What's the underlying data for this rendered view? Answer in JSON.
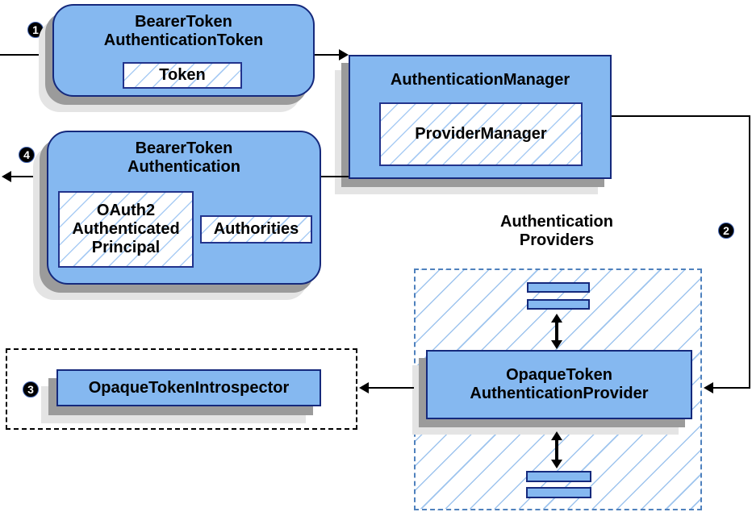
{
  "colors": {
    "node_fill": "#85b8f0",
    "node_border": "#15297c",
    "hatch_line": "#a9ccf4",
    "providers_dash_border": "#4f81bd",
    "introspector_dash_border": "#000000",
    "shadow_dark": "#9b9b9b",
    "shadow_light": "#e4e4e4",
    "badge_bg": "#000000",
    "badge_text": "#ffffff",
    "arrow": "#000000"
  },
  "badges": {
    "step1": "1",
    "step2": "2",
    "step3": "3",
    "step4": "4"
  },
  "nodes": {
    "bearer_token_authentication_token": {
      "line1": "BearerToken",
      "line2": "AuthenticationToken",
      "token": "Token"
    },
    "authentication_manager": {
      "title": "AuthenticationManager",
      "inner": "ProviderManager"
    },
    "bearer_token_authentication": {
      "line1": "BearerToken",
      "line2": "Authentication",
      "principal_line1": "OAuth2",
      "principal_line2": "Authenticated",
      "principal_line3": "Principal",
      "authorities": "Authorities"
    },
    "authentication_providers": {
      "label_line1": "Authentication",
      "label_line2": "Providers"
    },
    "opaque_token_authentication_provider": {
      "line1": "OpaqueToken",
      "line2": "AuthenticationProvider"
    },
    "opaque_token_introspector": {
      "title": "OpaqueTokenIntrospector"
    }
  }
}
